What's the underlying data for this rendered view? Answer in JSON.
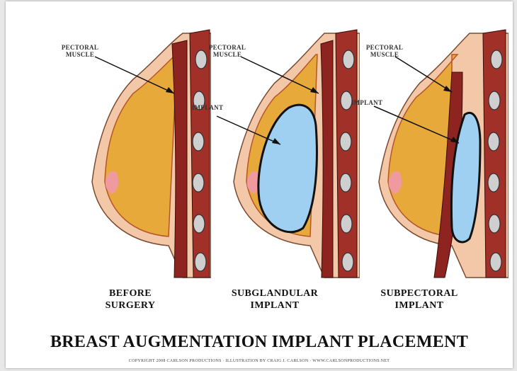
{
  "colors": {
    "skin": "#f3c8a8",
    "fat": "#e6a93a",
    "muscle": "#8e2420",
    "rib": "#cfcfcf",
    "implant": "#9fd0f2",
    "nipple": "#f09aa0"
  },
  "panels": [
    {
      "label": "PECTORAL MUSCLE",
      "implant_label": "",
      "caption_line1": "BEFORE",
      "caption_line2": "SURGERY"
    },
    {
      "label": "PECTORAL MUSCLE",
      "implant_label": "IMPLANT",
      "caption_line1": "SUBGLANDULAR",
      "caption_line2": "IMPLANT"
    },
    {
      "label": "PECTORAL MUSCLE",
      "implant_label": "IMPLANT",
      "caption_line1": "SUBPECTORAL",
      "caption_line2": "IMPLANT"
    }
  ],
  "title": "BREAST AUGMENTATION IMPLANT PLACEMENT",
  "copyright": "COPYRIGHT 2008 CARLSON PRODUCTIONS · ILLUSTRATION BY CRAIG J. CARLSON · WWW.CARLSONPRODUCTIONS.NET"
}
